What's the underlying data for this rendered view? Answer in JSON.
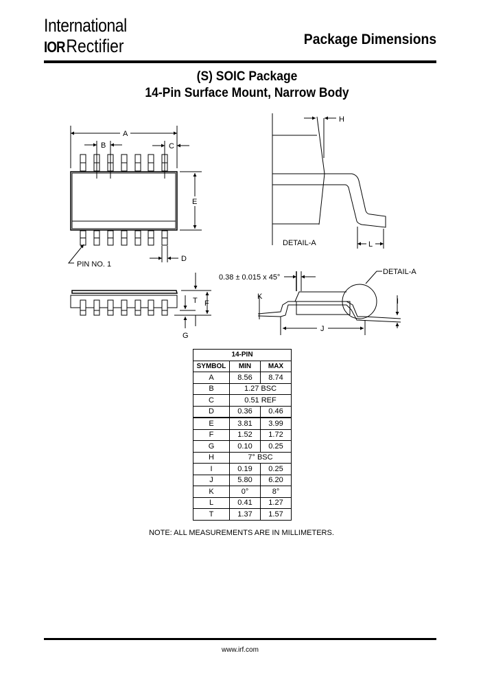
{
  "header": {
    "logo_line1": "International",
    "logo_mark": "IOR",
    "logo_line2": "Rectifier",
    "title": "Package Dimensions"
  },
  "titles": {
    "line1": "(S) SOIC Package",
    "line2": "14-Pin Surface Mount, Narrow Body"
  },
  "drawing_labels": {
    "A": "A",
    "B": "B",
    "C": "C",
    "D": "D",
    "E": "E",
    "F": "F",
    "G": "G",
    "H": "H",
    "I": "I",
    "J": "J",
    "K": "K",
    "L": "L",
    "T": "T",
    "pin1": "PIN NO. 1",
    "detail_a": "DETAIL-A",
    "detail_a_callout": "DETAIL-A",
    "chamfer": "0.38 ± 0.015 x 45°"
  },
  "table": {
    "title": "14-PIN",
    "headers": [
      "SYMBOL",
      "MIN",
      "MAX"
    ],
    "rows": [
      {
        "symbol": "A",
        "min": "8.56",
        "max": "8.74"
      },
      {
        "symbol": "B",
        "span": "1.27 BSC"
      },
      {
        "symbol": "C",
        "span": "0.51 REF"
      },
      {
        "symbol": "D",
        "min": "0.36",
        "max": "0.46"
      },
      {
        "symbol": "E",
        "min": "3.81",
        "max": "3.99"
      },
      {
        "symbol": "F",
        "min": "1.52",
        "max": "1.72"
      },
      {
        "symbol": "G",
        "min": "0.10",
        "max": "0.25"
      },
      {
        "symbol": "H",
        "span": "7° BSC"
      },
      {
        "symbol": "I",
        "min": "0.19",
        "max": "0.25"
      },
      {
        "symbol": "J",
        "min": "5.80",
        "max": "6.20"
      },
      {
        "symbol": "K",
        "min": "0°",
        "max": "8°"
      },
      {
        "symbol": "L",
        "min": "0.41",
        "max": "1.27"
      },
      {
        "symbol": "T",
        "min": "1.37",
        "max": "1.57"
      }
    ]
  },
  "note": "NOTE: ALL MEASUREMENTS ARE IN MILLIMETERS.",
  "footer": {
    "url": "www.irf.com"
  }
}
